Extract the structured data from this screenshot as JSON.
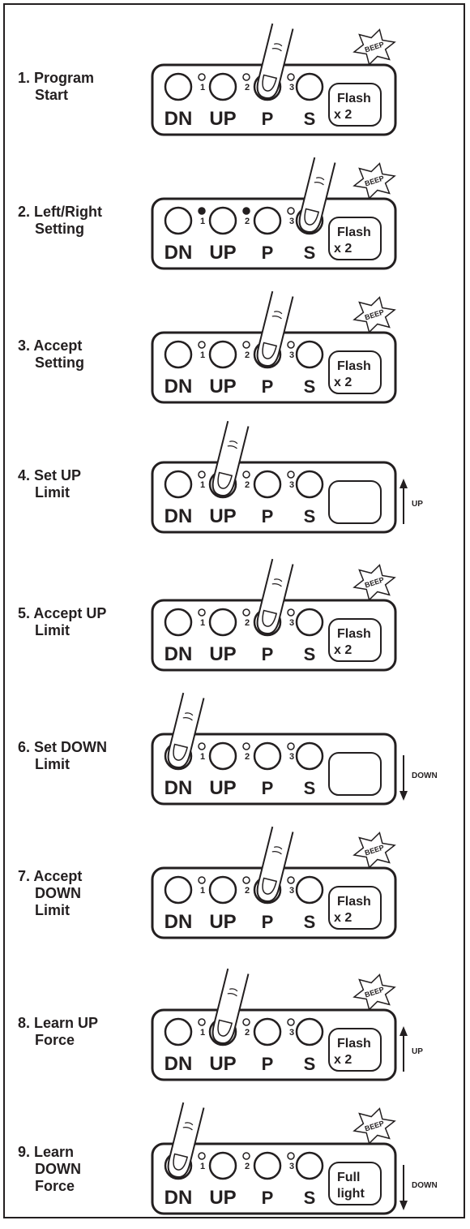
{
  "colors": {
    "ink": "#231f20",
    "paper": "#ffffff"
  },
  "keys": [
    "DN",
    "UP",
    "P",
    "S"
  ],
  "led_numbers": [
    "1",
    "2",
    "3"
  ],
  "beep_label": "BEEP",
  "steps": [
    {
      "number": "1.",
      "label": "Program\nStart",
      "pressed": "P",
      "leds_on": [],
      "display": [
        "Flash",
        "x 2"
      ],
      "beep": true,
      "arrow": null,
      "arrow_label": ""
    },
    {
      "number": "2.",
      "label": "Left/Right\nSetting",
      "pressed": "S",
      "leds_on": [
        1,
        2
      ],
      "display": [
        "Flash",
        "x 2"
      ],
      "beep": true,
      "arrow": null,
      "arrow_label": ""
    },
    {
      "number": "3.",
      "label": "Accept\nSetting",
      "pressed": "P",
      "leds_on": [],
      "display": [
        "Flash",
        "x 2"
      ],
      "beep": true,
      "arrow": null,
      "arrow_label": ""
    },
    {
      "number": "4.",
      "label": "Set UP\nLimit",
      "pressed": "UP",
      "leds_on": [],
      "display": [],
      "beep": false,
      "arrow": "up",
      "arrow_label": "UP"
    },
    {
      "number": "5.",
      "label": "Accept UP\nLimit",
      "pressed": "P",
      "leds_on": [],
      "display": [
        "Flash",
        "x 2"
      ],
      "beep": true,
      "arrow": null,
      "arrow_label": ""
    },
    {
      "number": "6.",
      "label": "Set DOWN\nLimit",
      "pressed": "DN",
      "leds_on": [],
      "display": [],
      "beep": false,
      "arrow": "down",
      "arrow_label": "DOWN"
    },
    {
      "number": "7.",
      "label": "Accept\nDOWN\nLimit",
      "pressed": "P",
      "leds_on": [],
      "display": [
        "Flash",
        "x 2"
      ],
      "beep": true,
      "arrow": null,
      "arrow_label": ""
    },
    {
      "number": "8.",
      "label": "Learn UP\nForce",
      "pressed": "UP",
      "leds_on": [],
      "display": [
        "Flash",
        "x 2"
      ],
      "beep": true,
      "arrow": "up",
      "arrow_label": "UP"
    },
    {
      "number": "9.",
      "label": "Learn\nDOWN\nForce",
      "pressed": "DN",
      "leds_on": [],
      "display": [
        "Full",
        "light"
      ],
      "beep": true,
      "arrow": "down",
      "arrow_label": "DOWN"
    }
  ]
}
